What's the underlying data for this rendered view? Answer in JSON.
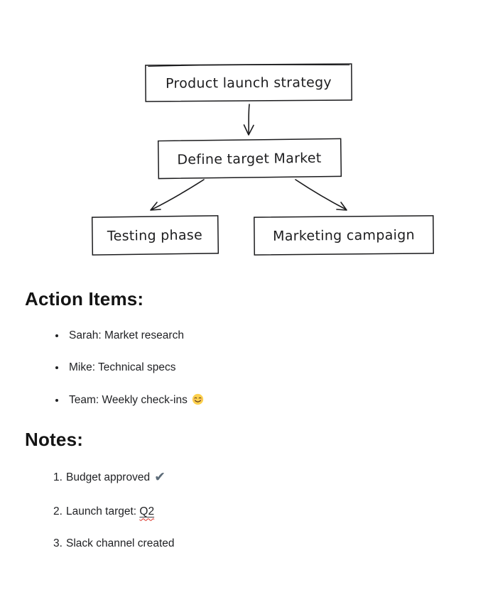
{
  "diagram": {
    "type": "flowchart",
    "style": "hand-drawn",
    "nodes": [
      {
        "id": "product-launch-strategy",
        "label": "Product launch strategy"
      },
      {
        "id": "define-target-market",
        "label": "Define target Market"
      },
      {
        "id": "testing-phase",
        "label": "Testing phase"
      },
      {
        "id": "marketing-campaign",
        "label": "Marketing campaign"
      }
    ],
    "edges": [
      {
        "from": "product-launch-strategy",
        "to": "define-target-market"
      },
      {
        "from": "define-target-market",
        "to": "testing-phase"
      },
      {
        "from": "define-target-market",
        "to": "marketing-campaign"
      }
    ]
  },
  "action_items": {
    "heading": "Action Items:",
    "items": [
      {
        "text": "Sarah: Market research"
      },
      {
        "text": "Mike: Technical specs"
      },
      {
        "text": "Team: Weekly check-ins",
        "icon": "smiling-face-emoji"
      }
    ]
  },
  "notes": {
    "heading": "Notes:",
    "items": [
      {
        "number": "1.",
        "text": "Budget approved",
        "icon": "check-mark-icon",
        "icon_glyph": "✔"
      },
      {
        "number": "2.",
        "prefix": "Launch target: ",
        "misspelled_word": "Q2"
      },
      {
        "number": "3.",
        "text": "Slack channel created"
      }
    ]
  },
  "colors": {
    "ink": "#1b1b1d",
    "heading": "#141414",
    "spellcheck_red": "#d93025",
    "checkmark": "#5c6b78",
    "smiley_yellow": "#fdd14e"
  }
}
